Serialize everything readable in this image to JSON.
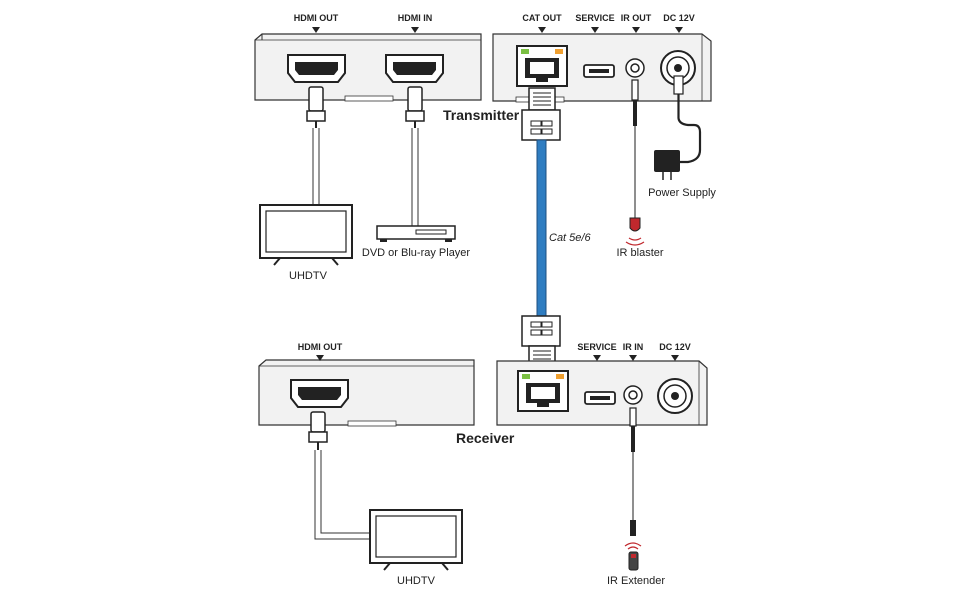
{
  "transmitter": {
    "title": "Transmitter",
    "ports": {
      "hdmi_out": "HDMI OUT",
      "hdmi_in": "HDMI IN",
      "cat_out": "CAT OUT",
      "service": "SERVICE",
      "ir_out": "IR OUT",
      "dc": "DC 12V"
    }
  },
  "receiver": {
    "title": "Receiver",
    "ports": {
      "hdmi_out": "HDMI OUT",
      "service": "SERVICE",
      "ir_in": "IR IN",
      "dc": "DC 12V"
    }
  },
  "devices": {
    "tv_top": "UHDTV",
    "player": "DVD or Blu-ray Player",
    "power_supply": "Power Supply",
    "ir_blaster": "IR blaster",
    "tv_bottom": "UHDTV",
    "ir_extender": "IR Extender"
  },
  "cable": {
    "label": "Cat 5e/6",
    "color": "#2f7dc1"
  },
  "colors": {
    "outline": "#333333",
    "box_fill": "#f2f2f2",
    "led_green": "#7bc043",
    "led_orange": "#f0a030",
    "ir_red": "#c0282d"
  }
}
